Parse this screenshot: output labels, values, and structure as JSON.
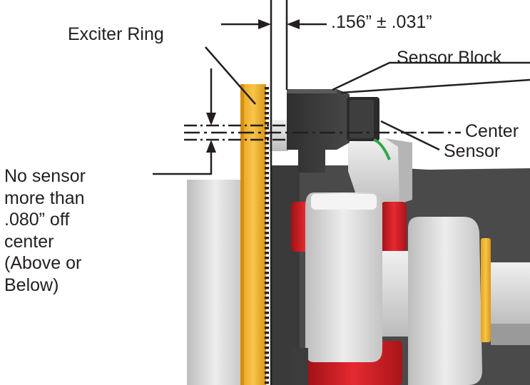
{
  "labels": {
    "exciter_ring": "Exciter Ring",
    "gap_tolerance": ".156” ± .031”",
    "sensor_block": "Sensor Block",
    "center": "Center",
    "sensor": "Sensor"
  },
  "note_lines": [
    "No sensor",
    "more than",
    ".080” off",
    "center",
    "(Above or",
    "Below)"
  ],
  "colors": {
    "exciter_ring": "#f2b430",
    "sensor_block": "#3d3d3d",
    "caliper_red": "#d81d25",
    "housing_gray": "#4a4a4a",
    "light_gray": "#cfcfcf",
    "sensor_wire": "#2ea84a",
    "text": "#231f20"
  }
}
